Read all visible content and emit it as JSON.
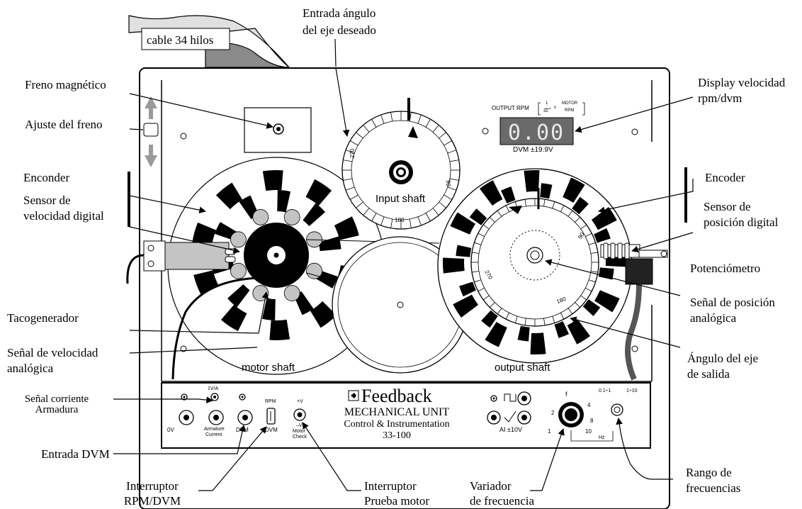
{
  "cable": "cable 34 hilos",
  "callouts": {
    "freno_magnetico": "Freno magnético",
    "ajuste_freno": "Ajuste del freno",
    "encoder_left": "Enconder",
    "sensor_velocidad_1": "Sensor de",
    "sensor_velocidad_2": "velocidad digital",
    "tacogenerador": "Tacogenerador",
    "senal_velocidad_1": "Señal de velocidad",
    "senal_velocidad_2": "analógica",
    "senal_corriente_1": "Señal corriente",
    "senal_corriente_2": "Armadura",
    "entrada_dvm": "Entrada DVM",
    "interruptor_rpm_1": "Interruptor",
    "interruptor_rpm_2": "RPM/DVM",
    "interruptor_prueba_1": "Interruptor",
    "interruptor_prueba_2": "Prueba motor",
    "variador_1": "Variador",
    "variador_2": "de frecuencia",
    "rango_1": "Rango de",
    "rango_2": "frecuencias",
    "entrada_angulo_1": "Entrada ángulo",
    "entrada_angulo_2": "del eje deseado",
    "display_1": "Display velocidad",
    "display_2": "rpm/dvm",
    "encoder_right": "Encoder",
    "sensor_posicion_1": "Sensor de",
    "sensor_posicion_2": "posición digital",
    "potenciometro": "Potenciómetro",
    "senal_posicion_1": "Señal de posición",
    "senal_posicion_2": "analógica",
    "angulo_salida_1": "Ángulo del eje",
    "angulo_salida_2": "de salida"
  },
  "device": {
    "display_value": "0.00",
    "output_rpm": "OUTPUT RPM",
    "ratio_num": "1",
    "ratio_den": "32",
    "ratio_x": "x",
    "motor": "MOTOR",
    "rpm": "RPM",
    "dvm_range": "DVM ±19.9V",
    "input_shaft": "Input shaft",
    "motor_shaft": "motor shaft",
    "output_shaft": "output shaft",
    "dial_270": "270",
    "dial_90": "90",
    "dial_180": "180",
    "out_90": "90",
    "out_270": "270",
    "out_180": "180"
  },
  "panel": {
    "brand": "Feedback",
    "title1": "MECHANICAL UNIT",
    "title2": "Control & Instrumentation",
    "model": "33-100",
    "lbl_1va": "1V/A",
    "lbl_0v": "0V",
    "lbl_armature": "Armature",
    "lbl_current": "Current",
    "lbl_dvm": "DVM",
    "lbl_rpm": "RPM",
    "lbl_dvm2": "DVM",
    "lbl_plusv": "+V",
    "lbl_minusv": "–V",
    "lbl_motor": "Motor",
    "lbl_check": "Check",
    "lbl_ai": "AI ±10V",
    "lbl_f": "f",
    "lbl_1": "1",
    "lbl_2": "2",
    "lbl_4": "4",
    "lbl_8": "8",
    "lbl_10": "10",
    "lbl_hz": "Hz",
    "lbl_range1": "0.1÷1",
    "lbl_range2": "1÷10"
  }
}
